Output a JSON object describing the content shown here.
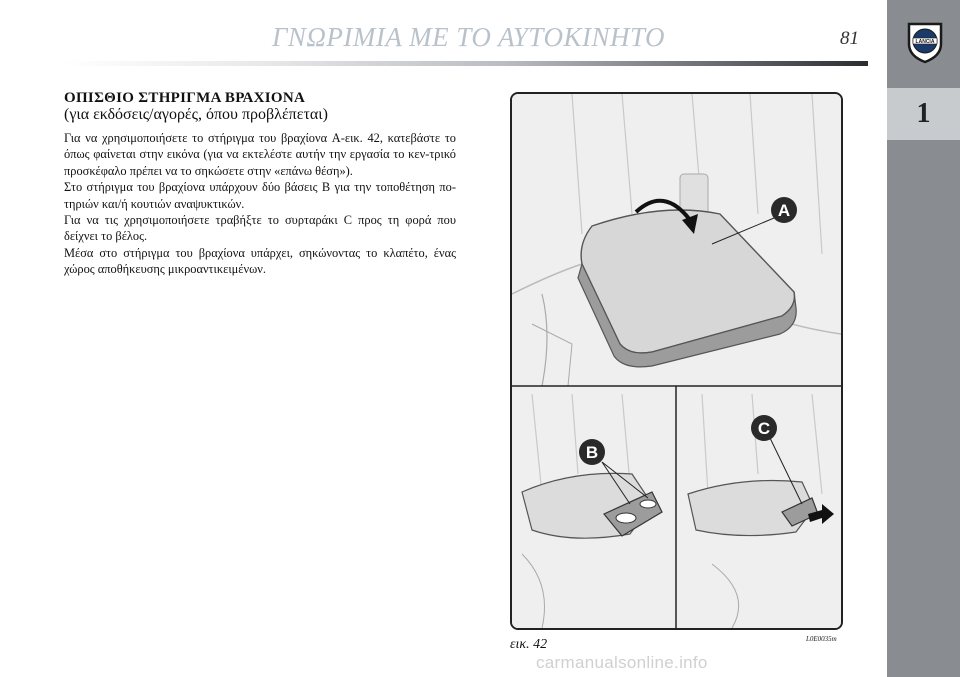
{
  "header": {
    "title": "ΓΝΩΡΙΜΙΑ ΜΕ ΤΟ ΑΥΤΟΚΙΝΗΤΟ",
    "page_number": "81",
    "logo_text": "LANCIA"
  },
  "sidebar": {
    "chapter_tab": "1"
  },
  "section": {
    "title": "ΟΠΙΣΘΙΟ ΣΤΗΡΙΓΜΑ ΒΡΑΧΙΟΝΑ",
    "subtitle": "(για εκδόσεις/αγορές, όπου προβλέπεται)",
    "paragraphs": [
      "Για να χρησιμοποιήσετε το στήριγμα του βραχίονα A-εικ. 42, κατεβάστε το όπως φαίνεται στην εικόνα (για να εκτελέστε αυτήν την εργασία το κεν-τρικό προσκέφαλο πρέπει να το σηκώσετε στην «επάνω θέση»).",
      "Στο στήριγμα του βραχίονα υπάρχουν δύο βάσεις B για την τοποθέτηση πο-τηριών και/ή κουτιών αναψυκτικών.",
      "Για να τις χρησιμοποιήσετε τραβήξτε το συρταράκι C προς τη φορά που δείχνει το βέλος.",
      "Μέσα στο στήριγμα του βραχίονα υπάρχει, σηκώνοντας το κλαπέτο, ένας χώρος αποθήκευσης μικροαντικειμένων."
    ]
  },
  "figure": {
    "labels": {
      "a": "A",
      "b": "B",
      "c": "C"
    },
    "caption": "εικ. 42",
    "code": "L0E0035m"
  },
  "watermark": "carmanualsonline.info"
}
